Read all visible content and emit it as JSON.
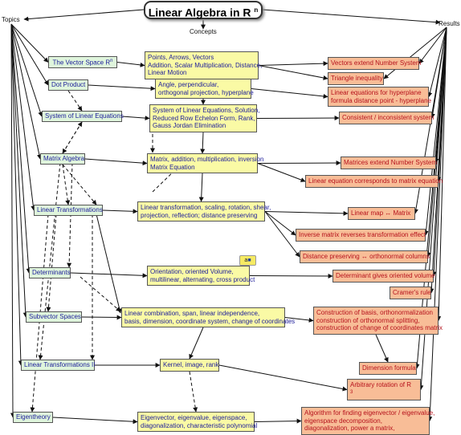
{
  "title": {
    "main": "Linear Algebra in R",
    "sup": "n"
  },
  "labels": {
    "topics": "Topics",
    "concepts": "Concepts",
    "results": "Results"
  },
  "topics": [
    {
      "text": "The Vector Space  R",
      "sup": "n"
    },
    {
      "text": "Dot Product"
    },
    {
      "text": "System of Linear Equations"
    },
    {
      "text": "Matrix Algebra"
    },
    {
      "text": "Linear Transformations"
    },
    {
      "text": "Determinants"
    },
    {
      "text": "Subvector Spaces"
    },
    {
      "text": "Linear Transformations II"
    },
    {
      "text": "Eigentheory"
    }
  ],
  "concepts": [
    {
      "lines": [
        "Points, Arrows, Vectors",
        "Addition, Scalar Multiplication, Distance,",
        "Linear Motion"
      ]
    },
    {
      "lines": [
        "Angle, perpendicular,",
        "orthogonal projection, hyperplane"
      ]
    },
    {
      "lines": [
        "System of Linear Equations, Solution,",
        "Reduced Row Echelon Form, Rank,",
        "Gauss Jordan Elimination"
      ]
    },
    {
      "lines": [
        "Matrix, addition, multiplication, inversion",
        "Matrix Equation"
      ]
    },
    {
      "lines": [
        "Linear transformation, scaling, rotation, shear,",
        "projection, reflection; distance preserving"
      ]
    },
    {
      "lines": [
        "Orientation, oriented Volume,",
        "multilinear, alternating, cross product"
      ]
    },
    {
      "lines": [
        "Linear combination, span, linear independence,",
        "basis, dimension, coordinate system, change of coordinates"
      ]
    },
    {
      "lines": [
        "Kernel, image, rank"
      ]
    },
    {
      "lines": [
        "Eigenvector, eigenvalue, eigenspace,",
        "diagonalization, characteristic polynomial"
      ]
    }
  ],
  "results": [
    {
      "lines": [
        "Vectors extend Number System"
      ]
    },
    {
      "lines": [
        "Triangle inequality"
      ]
    },
    {
      "lines": [
        "Linear equations for hyperplane",
        "formula distance point - hyperplane"
      ]
    },
    {
      "lines": [
        "Consistent / inconsistent system"
      ]
    },
    {
      "lines": [
        "Matrices extend Number System"
      ]
    },
    {
      "lines": [
        "Linear equation corresponds to matrix equation"
      ]
    },
    {
      "lines": [
        "Linear map ↔ Matrix"
      ]
    },
    {
      "lines": [
        "Inverse matrix reverses transformation effect"
      ]
    },
    {
      "lines": [
        "Distance preserving ↔ orthonormal columns"
      ]
    },
    {
      "lines": [
        "Determinant gives oriented volume"
      ]
    },
    {
      "lines": [
        "Cramer's rule"
      ]
    },
    {
      "lines": [
        "Construction of basis, orthonormalization",
        "construction of orthonormal splitting,",
        "construction of change of coordinates matrix"
      ]
    },
    {
      "lines": [
        "Dimension formula"
      ]
    },
    {
      "lines": [
        "Arbitrary rotation of  R"
      ],
      "sup": "3"
    },
    {
      "lines": [
        "Algorithm for finding eigenvector / eigenvalue,",
        "eigenspace decomposition,",
        "diagonalization, power a matrix,"
      ]
    }
  ],
  "icon": {
    "text": "a"
  },
  "colors": {
    "topic_fill": "#dff5dc",
    "concept_fill": "#fafaa5",
    "result_fill": "#f8bd97",
    "topic_text": "#1c1c9a",
    "result_text": "#b5101b",
    "line": "#111111"
  }
}
